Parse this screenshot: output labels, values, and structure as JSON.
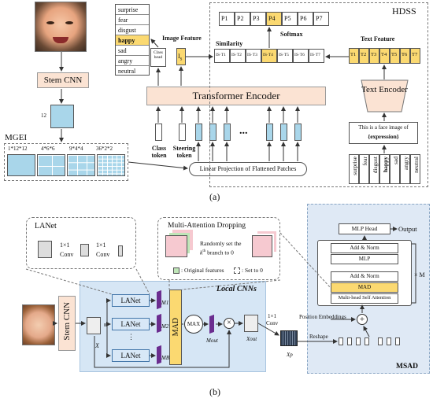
{
  "part_a": {
    "caption": "(a)",
    "stem_cnn": "Stem CNN",
    "feature_dim": "12",
    "mgei": {
      "title": "MGEI",
      "grids": [
        "1*12*12",
        "4*6*6",
        "9*4*4",
        "36*2*2"
      ]
    },
    "emotions": [
      "surprise",
      "fear",
      "disgust",
      "happy",
      "sad",
      "angry",
      "neutral"
    ],
    "highlighted_emotion": "happy",
    "class_head": "Class head",
    "image_feature": "Image Feature",
    "image_feature_symbol": "I",
    "image_feature_sub": "S",
    "transformer_encoder": "Transformer Encoder",
    "class_token": "Class token",
    "steering_token": "Steering token",
    "ellipsis": "...",
    "linear_projection": "Linear Projection of Flattened Patches",
    "hdss": {
      "title": "HDSS",
      "probs": [
        "P1",
        "P2",
        "P3",
        "P4",
        "P5",
        "P6",
        "P7"
      ],
      "highlighted_prob": 3,
      "softmax": "Softmax",
      "similarity": "Similarity",
      "sim_cells": [
        "IS·T1",
        "IS·T2",
        "IS·T3",
        "IS·T4",
        "IS·T5",
        "IS·T6",
        "IS·T7"
      ],
      "text_feature": "Text Feature",
      "text_tokens": [
        "T1",
        "T2",
        "T3",
        "T4",
        "T5",
        "T6",
        "T7"
      ],
      "text_encoder": "Text Encoder",
      "prompt_line1": "This is a face image of",
      "prompt_line2": "{expression}",
      "prompt_emotions": [
        "surprise",
        "fear",
        "disgust",
        "happy",
        "sad",
        "angry",
        "neutral"
      ]
    }
  },
  "part_b": {
    "caption": "(b)",
    "stem_cnn": "Stem CNN",
    "lanet": {
      "title": "LANet",
      "conv_kernel": "1×1",
      "conv_label": "Conv"
    },
    "mad_panel": {
      "title": "Multi-Attention Dropping",
      "desc_line1": "Randomly set the",
      "desc_line2": "k",
      "desc_sup": "th",
      "desc_line2b": " branch to 0",
      "legend_original": ": Original features",
      "legend_zero": ": Set to 0"
    },
    "local_cnns": {
      "title": "Local CNNs",
      "lanets": [
        "LANet",
        "LANet",
        "LANet"
      ],
      "masks": [
        "M1",
        "M2",
        "MB"
      ],
      "mad": "MAD",
      "max": "MAX",
      "x_label": "X",
      "m_out": "Mout",
      "x_out": "Xout",
      "conv1": "1×1",
      "conv2": "Conv",
      "xp": "Xp"
    },
    "msad": {
      "title": "MSAD",
      "mlp_head": "MLP Head",
      "output": "Output",
      "add_norm_top": "Add & Norm",
      "mlp": "MLP",
      "add_norm_bottom": "Add & Norm",
      "mad": "MAD",
      "mhsa": "Multi-head Self Attention",
      "times_m": "× M",
      "position_embeddings": "Position Embeddings",
      "reshape": "Reshape"
    }
  },
  "colors": {
    "peach": "#fbe3d3",
    "light_blue": "#a9d6ea",
    "yellow": "#fbd971",
    "lanet_blue": "#d8e8f7",
    "msad_bg": "#dfe9f5",
    "purple": "#6b2d8f"
  }
}
